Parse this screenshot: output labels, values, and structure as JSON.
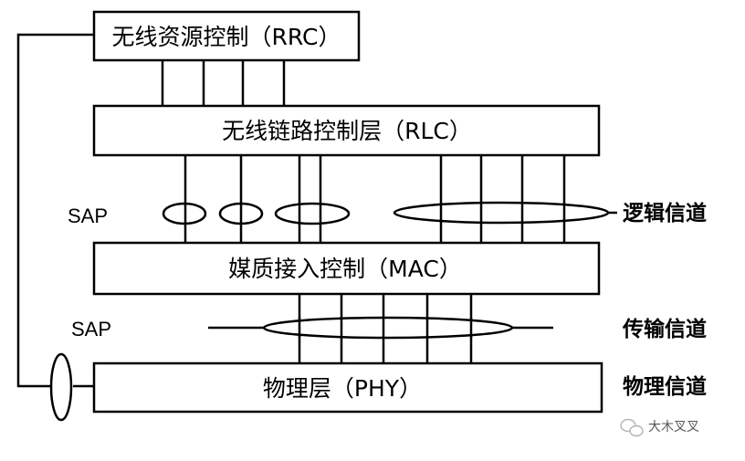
{
  "layers": {
    "rrc": "无线资源控制（RRC）",
    "rlc": "无线链路控制层（RLC）",
    "mac": "媒质接入控制（MAC）",
    "phy": "物理层（PHY）"
  },
  "channels": {
    "logical": "逻辑信道",
    "transport": "传输信道",
    "physical": "物理信道"
  },
  "sap": {
    "upper": "SAP",
    "lower": "SAP"
  },
  "watermark": {
    "text": "大木叉叉",
    "icon": "wechat-icon"
  }
}
